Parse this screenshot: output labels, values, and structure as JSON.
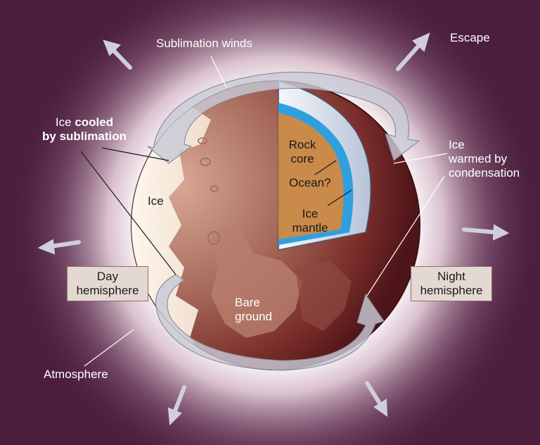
{
  "labels": {
    "sublimation_winds": "Sublimation winds",
    "escape": "Escape",
    "ice_cooled_1_pre": "Ice",
    "ice_cooled_1_bold": "cooled",
    "ice_cooled_2": "by sublimation",
    "ice": "Ice",
    "rock_core_1": "Rock",
    "rock_core_2": "core",
    "ocean": "Ocean?",
    "ice_mantle_1": "Ice",
    "ice_mantle_2": "mantle",
    "ice_warmed_1": "Ice",
    "ice_warmed_2": "warmed by",
    "ice_warmed_3": "condensation",
    "day_hemisphere_1": "Day",
    "day_hemisphere_2": "hemisphere",
    "night_hemisphere_1": "Night",
    "night_hemisphere_2": "hemisphere",
    "bare_ground_1": "Bare",
    "bare_ground_2": "ground",
    "atmosphere": "Atmosphere"
  },
  "colors": {
    "background": "#4a1e3c",
    "glow": "#ffffff",
    "ice_surface": "#f6ebe0",
    "bare_ground": "#a46a5c",
    "night_side": "#5a1a1e",
    "rock_core": "#c98a4a",
    "ocean": "#2f9fe0",
    "ice_mantle": "#dfe6f2",
    "arrow": "#c8c9d6"
  },
  "icons": [
    "escape-arrow-icon",
    "sublimation-wind-arrow-icon",
    "leader-line"
  ]
}
